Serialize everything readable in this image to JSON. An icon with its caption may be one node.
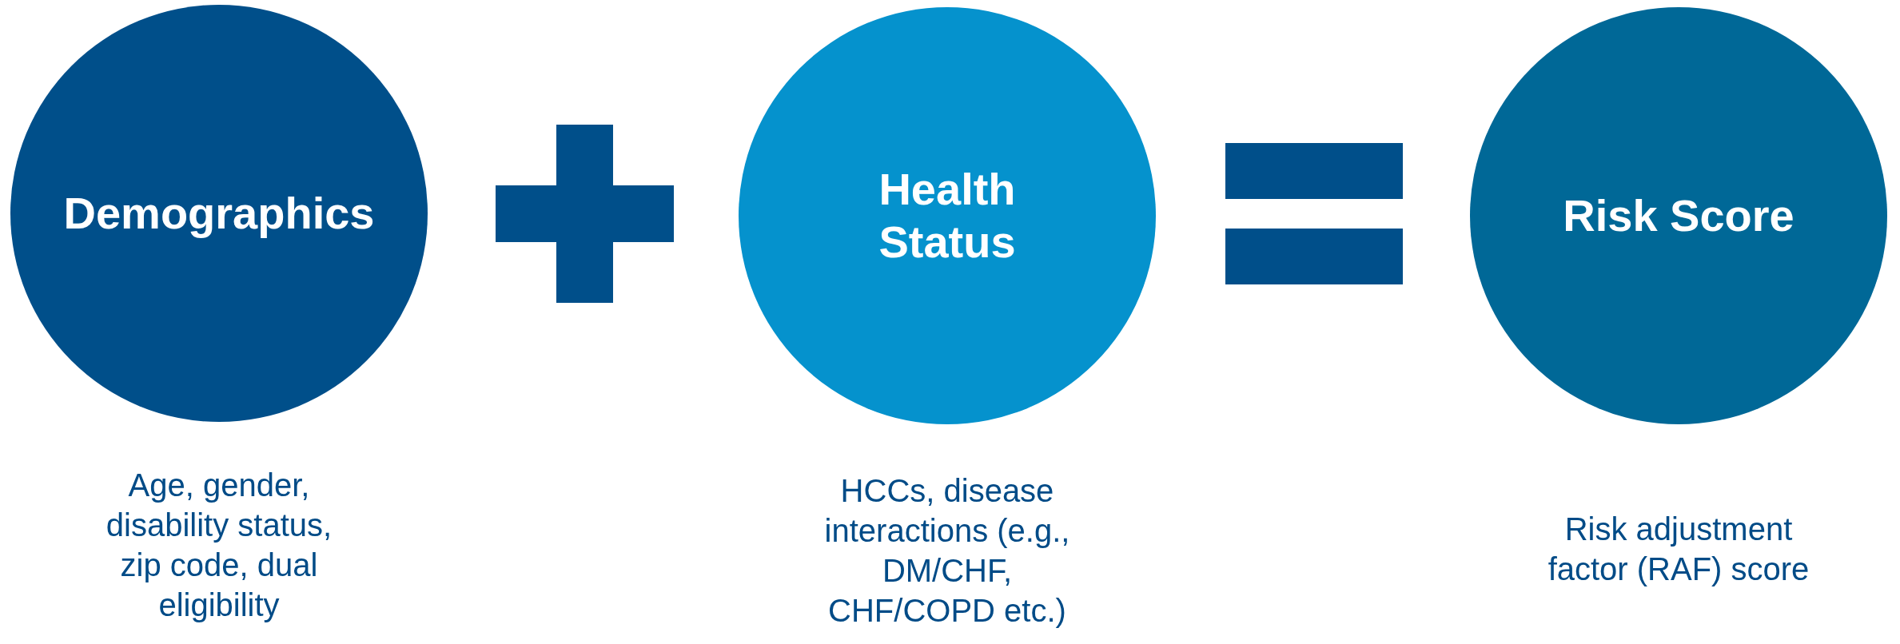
{
  "diagram": {
    "nodes": [
      {
        "text": [
          "Demographics"
        ],
        "beside": [
          "Age, gender, disability status, zip code, dual eligibility"
        ]
      },
      {
        "text": [
          "Health Status"
        ],
        "beside": [
          "HCCs, disease interactions (e.g., DM/CHF, CHF/COPD etc.)"
        ]
      },
      {
        "text": [
          "Risk Score"
        ],
        "beside": [
          "Risk adjustment factor (RAF) score"
        ]
      }
    ]
  }
}
